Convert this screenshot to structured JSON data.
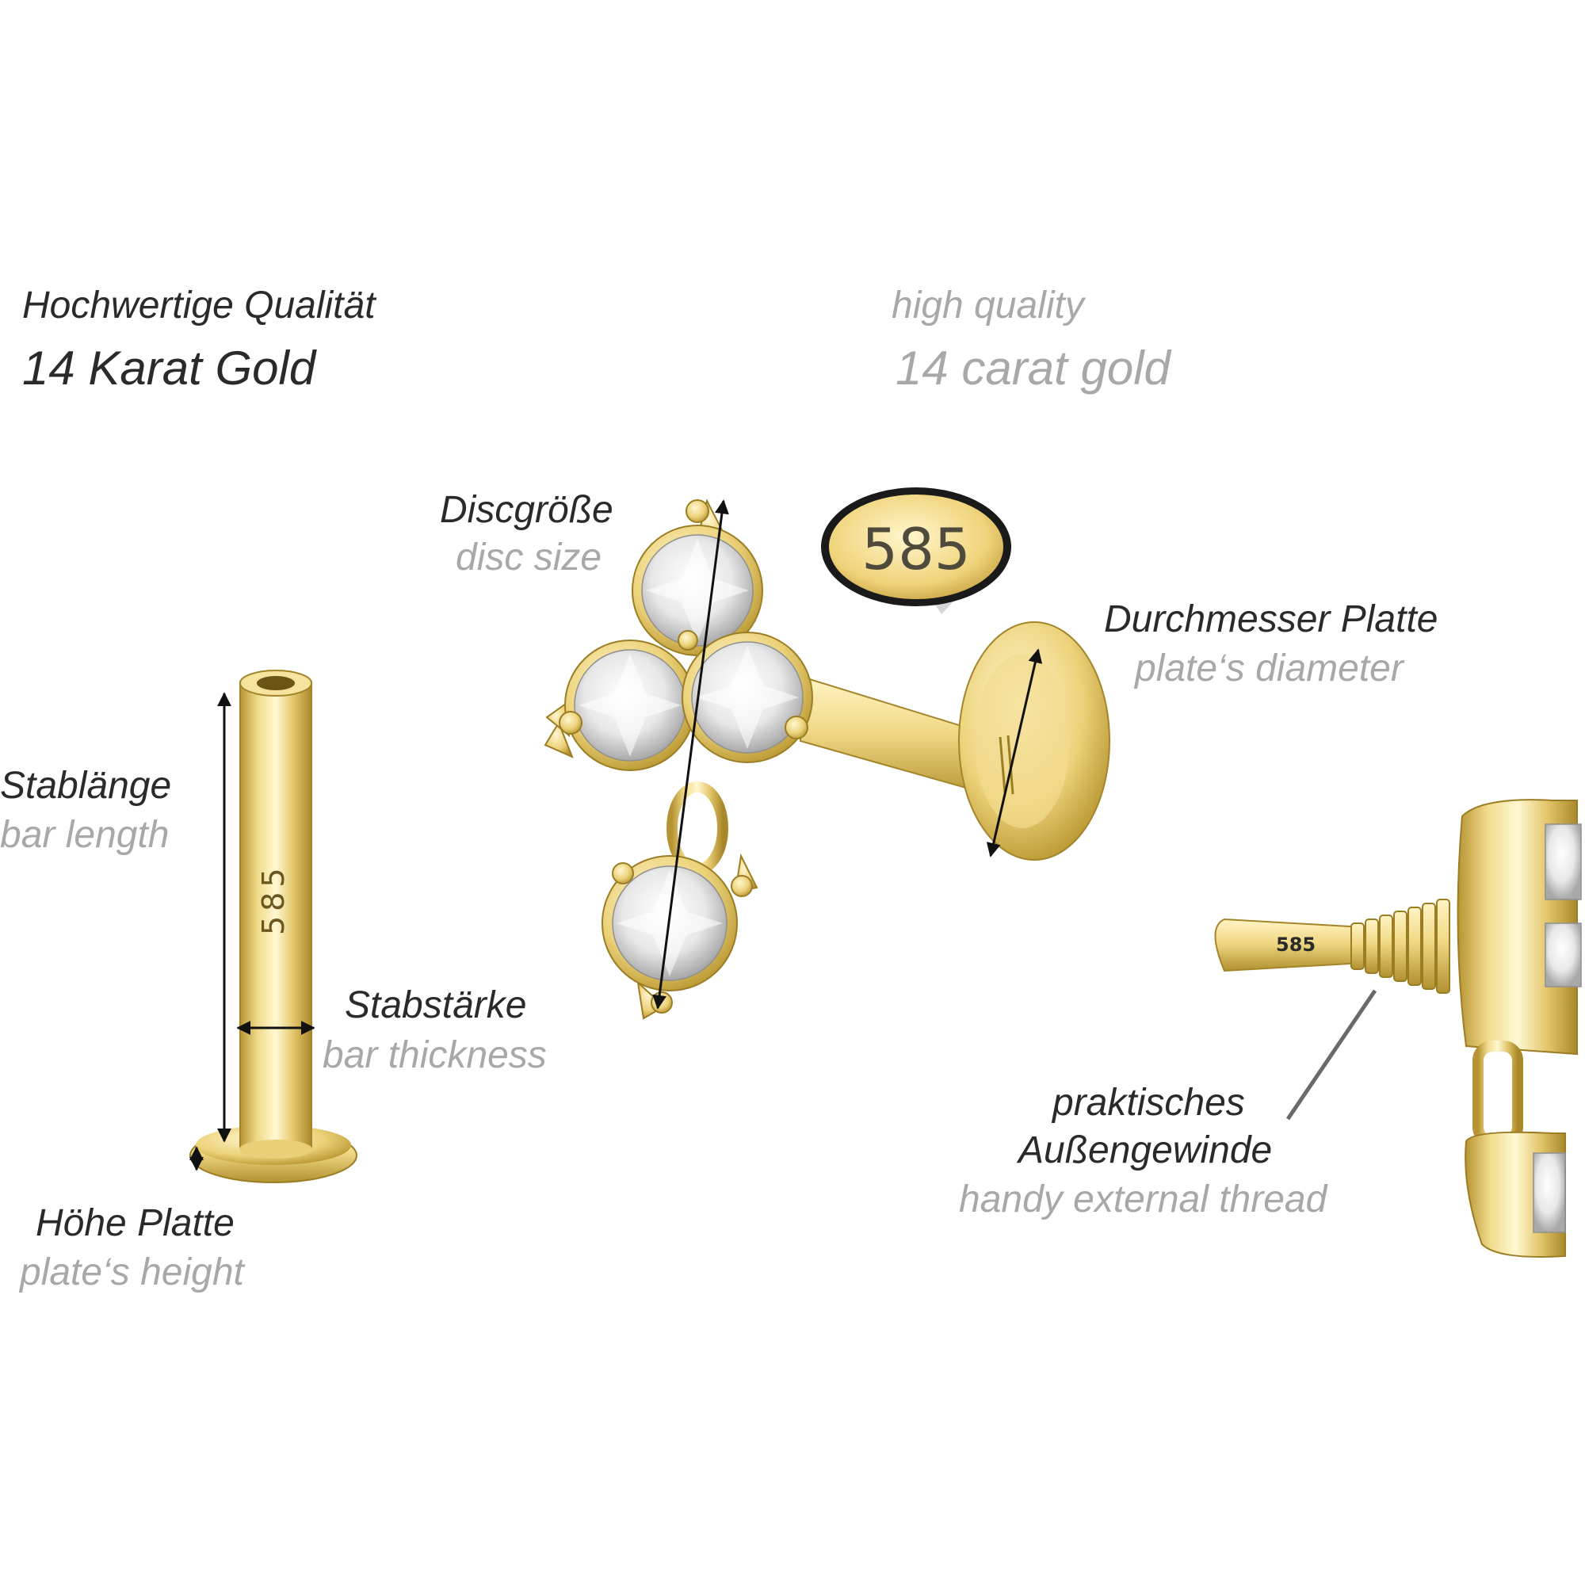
{
  "header": {
    "quality_de": "Hochwertige Qualität",
    "gold_de": "14 Karat Gold",
    "quality_en": "high quality",
    "gold_en": "14 carat gold"
  },
  "labels": {
    "disc_de": "Discgröße",
    "disc_en": "disc size",
    "plate_diam_de": "Durchmesser Platte",
    "plate_diam_en": "plate‘s diameter",
    "bar_length_de": "Stablänge",
    "bar_length_en": "bar length",
    "bar_thick_de": "Stabstärke",
    "bar_thick_en": "bar thickness",
    "plate_height_de": "Höhe Platte",
    "plate_height_en": "plate‘s height",
    "thread_de_1": "praktisches",
    "thread_de_2": "Außengewinde",
    "thread_en": "handy external thread"
  },
  "stamps": {
    "badge": "585",
    "bar_stamp": "585",
    "thread_stamp": "585"
  },
  "colors": {
    "gold_light": "#fbf0b8",
    "gold_mid": "#e6cd72",
    "gold_dark": "#b0902e",
    "text_de": "#2a2a2a",
    "text_en": "#a8a8a8"
  }
}
